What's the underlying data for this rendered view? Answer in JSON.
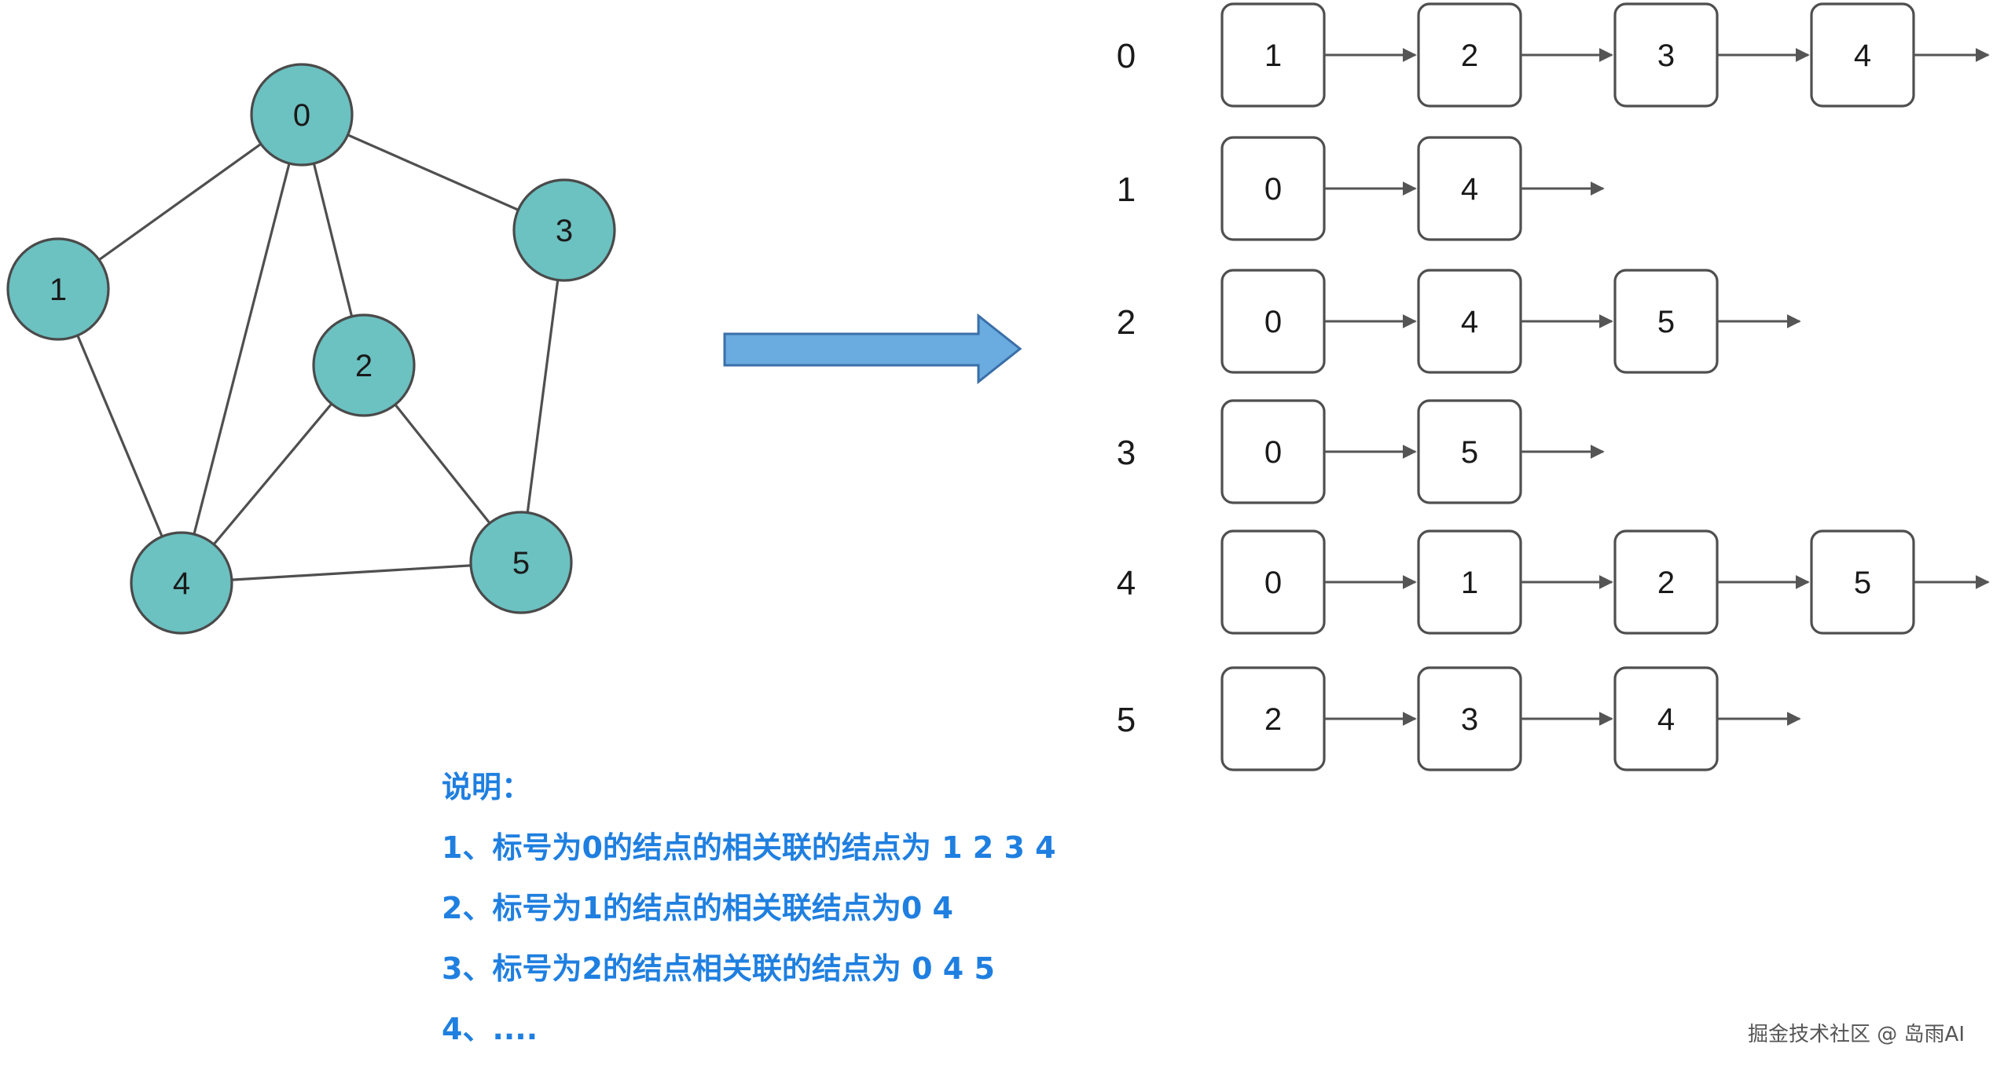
{
  "graph": {
    "nodes": [
      "0",
      "1",
      "2",
      "3",
      "4",
      "5"
    ],
    "edges": [
      [
        0,
        1
      ],
      [
        0,
        3
      ],
      [
        0,
        2
      ],
      [
        0,
        4
      ],
      [
        1,
        4
      ],
      [
        2,
        4
      ],
      [
        2,
        5
      ],
      [
        3,
        5
      ],
      [
        4,
        5
      ]
    ]
  },
  "adjacency": [
    {
      "label": "0",
      "items": [
        "1",
        "2",
        "3",
        "4"
      ]
    },
    {
      "label": "1",
      "items": [
        "0",
        "4"
      ]
    },
    {
      "label": "2",
      "items": [
        "0",
        "4",
        "5"
      ]
    },
    {
      "label": "3",
      "items": [
        "0",
        "5"
      ]
    },
    {
      "label": "4",
      "items": [
        "0",
        "1",
        "2",
        "5"
      ]
    },
    {
      "label": "5",
      "items": [
        "2",
        "3",
        "4"
      ]
    }
  ],
  "notes": {
    "heading": "说明：",
    "lines": [
      "1、标号为0的结点的相关联的结点为 1 2 3 4",
      "2、标号为1的结点的相关联结点为0 4",
      "3、标号为2的结点相关联的结点为 0 4 5",
      "4、...."
    ]
  },
  "watermark": "掘金技术社区 @ 岛雨AI",
  "colors": {
    "node_fill": "#6cc1c1",
    "big_arrow": "#6aabe0",
    "notes_text": "#1f7fe0"
  }
}
